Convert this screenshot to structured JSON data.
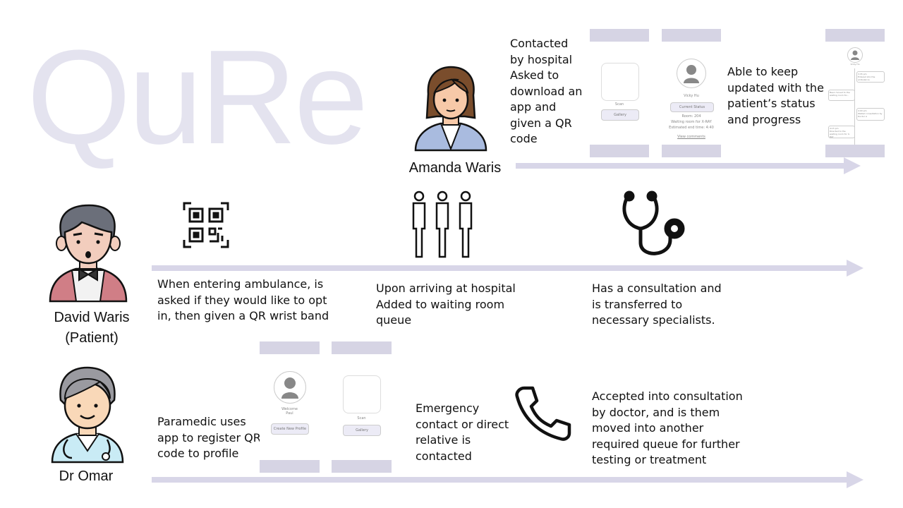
{
  "watermark": "QuRe",
  "people": {
    "amanda": "Amanda Waris",
    "david": "David Waris\n(Patient)",
    "omar": "Dr Omar"
  },
  "steps": {
    "amanda_contacted": "Contacted\nby hospital\nAsked to\ndownload an\napp and\ngiven a QR\ncode",
    "amanda_updated": "Able to keep\nupdated with the\npatient’s status\nand progress",
    "patient_ambulance": "When entering ambulance, is\nasked if they would like to opt\nin, then given a QR wrist band",
    "patient_arriving": "Upon arriving at hospital\nAdded to waiting room\nqueue",
    "patient_consultation": "Has a consultation and\nis transferred to\nnecessary specialists.",
    "paramedic_register": "Paramedic uses\napp to register QR\ncode to profile",
    "emergency_contact": "Emergency\ncontact or direct\nrelative is\ncontacted",
    "doctor_accept": "Accepted into consultation\nby doctor, and is them\nmoved into another\nrequired queue for further\ntesting or treatment"
  },
  "mockups": {
    "scan_label": "Scan",
    "gallery_label": "Gallery",
    "status_name": "Vicky Hu",
    "status_button": "Current Status",
    "status_room": "Room: 204",
    "status_waiting": "Waiting room for X-RAY",
    "status_estimated": "Estimated end time: 4:40",
    "status_link": "View comments",
    "welcome_label": "Welcome\nPaul",
    "create_profile": "Create New Profile",
    "timeline_name": "Vicky Hu",
    "timeline_e1_time": "3:35 pm",
    "timeline_e1_text": "Entered into the ambulance",
    "timeline_e2_text": "Been moved to the waiting room for...",
    "timeline_e3_time": "4:00 pm",
    "timeline_e3_text": "Waited consultation by Doctor A",
    "timeline_e4_time": "4:15 pm",
    "timeline_e4_text": "Directed to the waiting room for X-RAY"
  },
  "colors": {
    "arrow": "#d8d6e8",
    "watermark": "#e4e3ef",
    "bar": "#d6d4e4"
  },
  "icons": [
    "qr-code-icon",
    "waiting-queue-icon",
    "stethoscope-icon",
    "phone-icon"
  ]
}
